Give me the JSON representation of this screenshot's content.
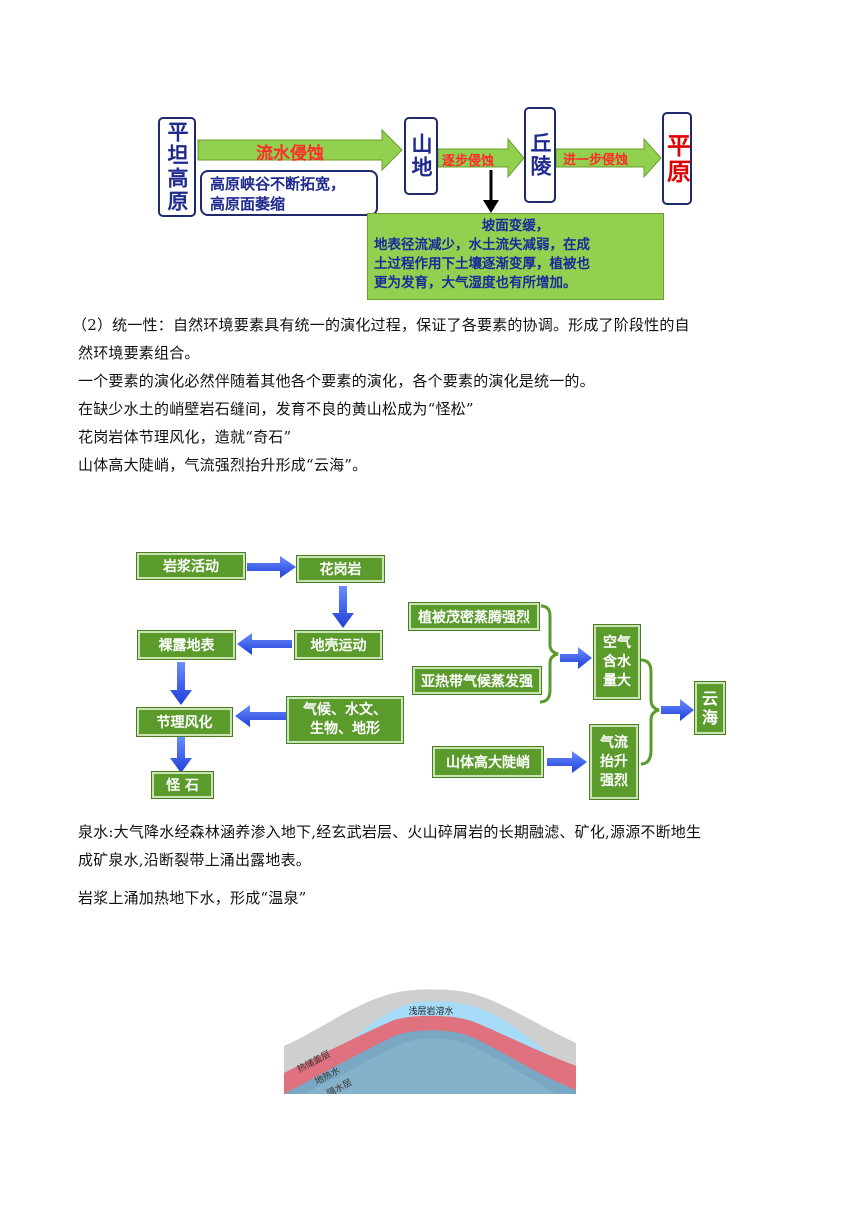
{
  "diagram1": {
    "box_plateau": "平坦高原",
    "box_mountain": "山地",
    "box_hills": "丘陵",
    "box_plain": "平原",
    "arrow1": "流水侵蚀",
    "arrow2": "逐步侵蚀",
    "arrow3": "进一步侵蚀",
    "note1_line1": "高原峡谷不断拓宽，",
    "note1_line2": "高原面萎缩",
    "note2_line1": "坡面变缓，",
    "note2_line2": "地表径流减少，水土流失减弱，在成",
    "note2_line3": "土过程作用下土壤逐渐变厚，植被也",
    "note2_line4": "更为发育，大气湿度也有所增加。"
  },
  "text1": {
    "p1_line1": "（2）统一性：自然环境要素具有统一的演化过程，保证了各要素的协调。形成了阶段性的自",
    "p1_line2": "然环境要素组合。",
    "p2": "一个要素的演化必然伴随着其他各个要素的演化，各个要素的演化是统一的。",
    "p3": "在缺少水土的峭壁岩石缝间，发育不良的黄山松成为“怪松”",
    "p4": "花岗岩体节理风化，造就“奇石”",
    "p5": "山体高大陡峭，气流强烈抬升形成“云海”。"
  },
  "diagram2": {
    "magma": "岩浆活动",
    "granite": "花岗岩",
    "crust": "地壳运动",
    "exposed": "裸露地表",
    "weathering": "节理风化",
    "strange_rock": "怪 石",
    "factors_line1": "气候、水文、",
    "factors_line2": "生物、地形",
    "vegetation": "植被茂密蒸腾强烈",
    "subtropical": "亚热带气候蒸发强",
    "tall_mountain": "山体高大陡峭",
    "air_line1": "空气",
    "air_line2": "含水",
    "air_line3": "量大",
    "lift_line1": "气流",
    "lift_line2": "抬升",
    "lift_line3": "强烈",
    "cloud_line1": "云",
    "cloud_line2": "海"
  },
  "text2": {
    "p1_line1": "泉水:大气降水经森林涵养渗入地下,经玄武岩层、火山碎屑岩的长期融滤、矿化,源源不断地生",
    "p1_line2": "成矿泉水,沿断裂带上涌出露地表。",
    "p2": "岩浆上涌加热地下水，形成“温泉”"
  },
  "diagram3": {
    "shallow_water": "浅层岩溶水",
    "cap_layer": "热储盖层",
    "geothermal": "地热水",
    "aquiclude": "隔水层"
  }
}
